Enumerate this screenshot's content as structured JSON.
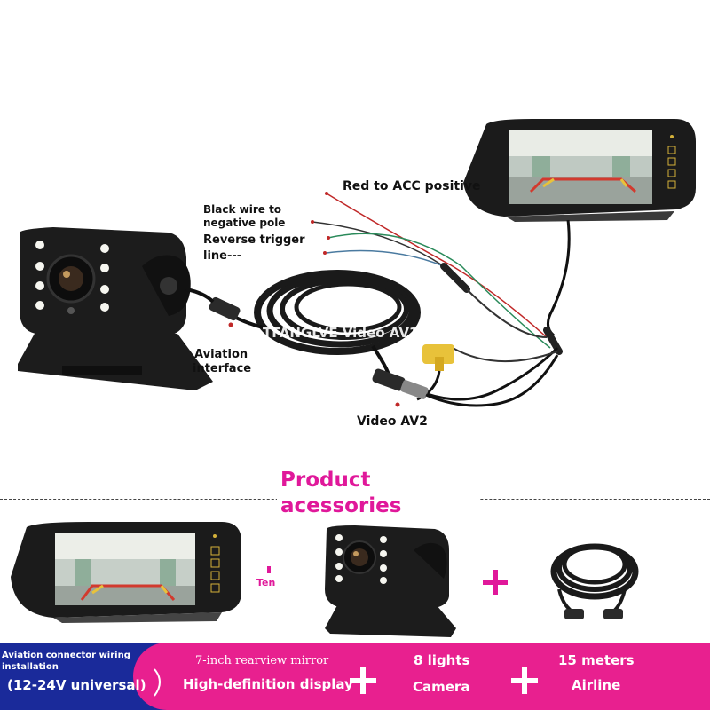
{
  "diagram": {
    "label_acc": "Red to ACC positive",
    "label_black_1": "Black wire to",
    "label_black_2": "negative pole",
    "label_reverse_1": "Reverse trigger",
    "label_reverse_2": "line---",
    "label_aviation_1": "Aviation",
    "label_aviation_2": "interface",
    "label_watermark": "TFANGLVE Video AV1",
    "label_av2": "Video AV2"
  },
  "accessories": {
    "title_1": "Product",
    "title_2": "acessories",
    "ten_label": "Ten"
  },
  "footer": {
    "aviation_line1": "Aviation connector wiring",
    "aviation_line2": "installation",
    "voltage": "(12-24V universal)",
    "mirror_line1": "7-inch rearview mirror",
    "mirror_line2": "High-definition display",
    "camera_line1": "8 lights",
    "camera_line2": "Camera",
    "airline_line1": "15 meters",
    "airline_line2": "Airline"
  },
  "colors": {
    "accent_pink": "#e0189a",
    "footer_pink": "#e8208f",
    "footer_blue": "#1a2a9a"
  }
}
